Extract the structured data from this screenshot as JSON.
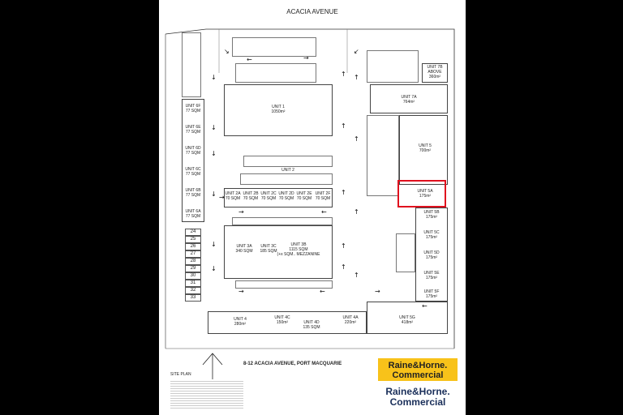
{
  "street": "ACACIA AVENUE",
  "units": {
    "u1": {
      "name": "UNIT 1",
      "area": "1050m²"
    },
    "u2": {
      "name": "UNIT 2"
    },
    "u2a": {
      "name": "UNIT 2A",
      "area": "70 SQM"
    },
    "u2b": {
      "name": "UNIT 2B",
      "area": "70 SQM"
    },
    "u2c": {
      "name": "UNIT 2C",
      "area": "70 SQM"
    },
    "u2d": {
      "name": "UNIT 2D",
      "area": "70 SQM"
    },
    "u2e": {
      "name": "UNIT 2E",
      "area": "70 SQM"
    },
    "u2f": {
      "name": "UNIT 2F",
      "area": "70 SQM"
    },
    "u3a": {
      "name": "UNIT 3A",
      "area": "340 SQM"
    },
    "u3c": {
      "name": "UNIT 3C",
      "area": "185 SQM"
    },
    "u3b": {
      "name": "UNIT 3B",
      "area": "1115 SQM",
      "extra": "(+x SQM.. MEZZANINE"
    },
    "u4": {
      "name": "UNIT 4",
      "area": "280m²"
    },
    "u4c": {
      "name": "UNIT 4C",
      "area": "150m²"
    },
    "u4d": {
      "name": "UNIT 4D",
      "area": "135 SQM"
    },
    "u4a": {
      "name": "UNIT 4A",
      "area": "220m²"
    },
    "u5g": {
      "name": "UNIT 5G",
      "area": "418m²"
    },
    "u5f": {
      "name": "UNIT 5F",
      "area": "175m²"
    },
    "u5e": {
      "name": "UNIT 5E",
      "area": "175m²"
    },
    "u5d": {
      "name": "UNIT 5D",
      "area": "175m²"
    },
    "u5c": {
      "name": "UNIT 5C",
      "area": "175m²"
    },
    "u5b": {
      "name": "UNIT 5B",
      "area": "175m²"
    },
    "u5a": {
      "name": "UNIT 5A",
      "area": "175m²"
    },
    "u5": {
      "name": "UNIT 5",
      "area": "700m²"
    },
    "u7a": {
      "name": "UNIT 7A",
      "area": "764m²"
    },
    "u7b": {
      "name": "UNIT 7B",
      "area": "ABOVE",
      "extra": "360m²"
    },
    "u6f": {
      "name": "UNIT 6F",
      "area": "77 SQM"
    },
    "u6e": {
      "name": "UNIT 6E",
      "area": "77 SQM"
    },
    "u6d": {
      "name": "UNIT 6D",
      "area": "77 SQM"
    },
    "u6c": {
      "name": "UNIT 6C",
      "area": "77 SQM"
    },
    "u6b": {
      "name": "UNIT 6B",
      "area": "77 SQM"
    },
    "u6a": {
      "name": "UNIT 6A",
      "area": "77 SQM"
    }
  },
  "parking_numbers": [
    "24",
    "25",
    "26",
    "27",
    "28",
    "29",
    "30",
    "31",
    "32",
    "33"
  ],
  "site_address": "8-12 ACACIA AVENUE, PORT MACQUARIE",
  "site_plan": "SITE PLAN",
  "brand": {
    "line1": "Raine&Horne.",
    "line2": "Commercial",
    "accent": "#f8c21a",
    "navy": "#1a2f5a",
    "highlight": "#e0101e"
  }
}
